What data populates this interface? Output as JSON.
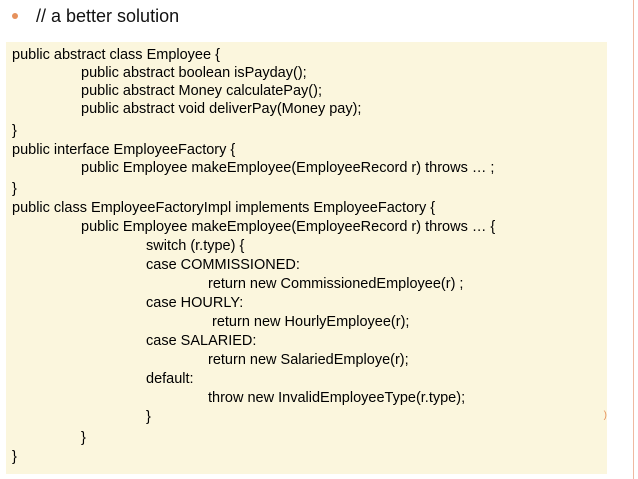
{
  "slide": {
    "bullet_text": "// a better solution",
    "code_lines": [
      "public abstract class Employee {",
      "public abstract boolean isPayday();",
      "public abstract Money calculatePay();",
      "public abstract void deliverPay(Money pay);",
      "}",
      "public interface EmployeeFactory {",
      "public Employee makeEmployee(EmployeeRecord r) throws … ;",
      "}",
      "public class EmployeeFactoryImpl implements EmployeeFactory {",
      "public Employee makeEmployee(EmployeeRecord r) throws … {",
      "switch (r.type) {",
      "case COMMISSIONED:",
      "return new CommissionedEmployee(r) ;",
      "case HOURLY:",
      "return new HourlyEmployee(r);",
      "case SALARIED:",
      "return new SalariedEmploye(r);",
      "default:",
      "throw new InvalidEmployeeType(r.type);",
      "}",
      "}",
      "}"
    ],
    "stray_mark": ")"
  },
  "colors": {
    "bullet": "#e6915c",
    "code_background": "#fbf6dd",
    "text": "#000000"
  }
}
